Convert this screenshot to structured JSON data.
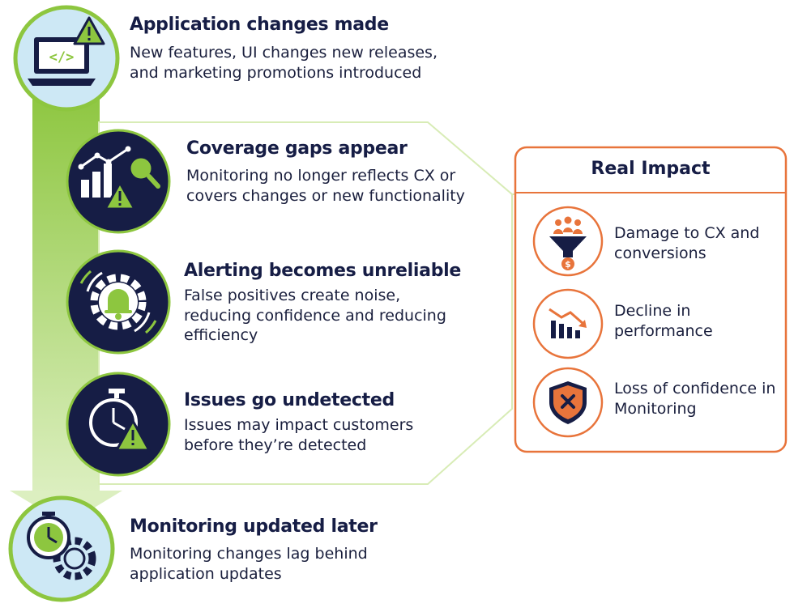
{
  "steps": [
    {
      "title": "Application changes made",
      "description": "New features, UI changes new releases, and marketing promotions introduced",
      "icon": "laptop-code-warning-icon"
    },
    {
      "title": "Coverage gaps appear",
      "description": "Monitoring no longer reflects CX or covers changes or new functionality",
      "icon": "chart-magnifier-warning-icon"
    },
    {
      "title": "Alerting becomes unreliable",
      "description": "False positives create noise, reducing confidence and reducing efficiency",
      "icon": "gear-bell-icon"
    },
    {
      "title": "Issues go undetected",
      "description": "Issues may impact customers before they’re detected",
      "icon": "stopwatch-warning-icon"
    },
    {
      "title": "Monitoring updated later",
      "description": "Monitoring changes lag behind application updates",
      "icon": "stopwatch-gear-icon"
    }
  ],
  "impact": {
    "title": "Real Impact",
    "items": [
      {
        "label": "Damage to CX and conversions",
        "icon": "funnel-people-dollar-icon"
      },
      {
        "label": "Decline in performance",
        "icon": "bar-chart-decline-icon"
      },
      {
        "label": "Loss of confidence in Monitoring",
        "icon": "shield-x-icon"
      }
    ]
  },
  "colors": {
    "navy": "#161d45",
    "green": "#8dc63f",
    "light_green": "#d4ebb0",
    "light_blue": "#cde8f5",
    "orange": "#e8743b"
  }
}
